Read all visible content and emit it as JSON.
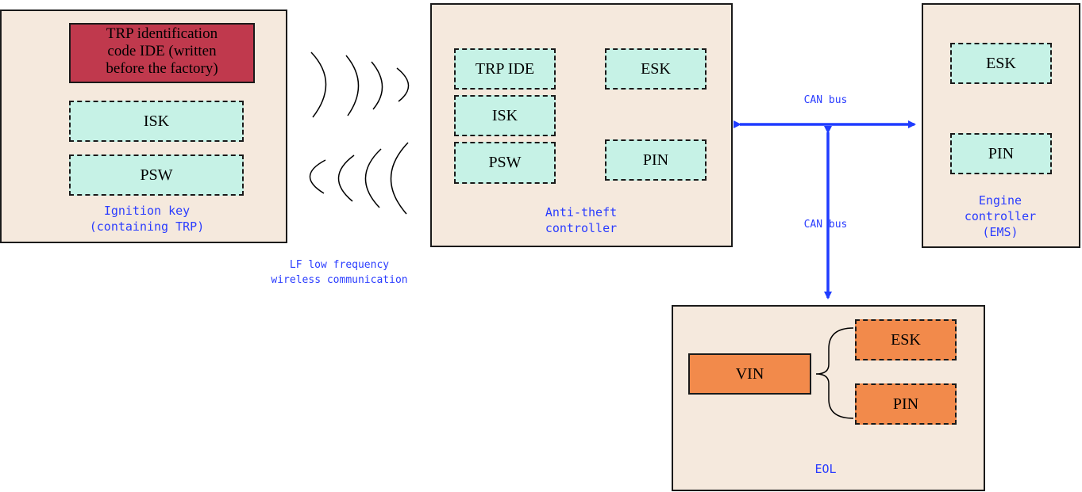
{
  "ignition_key": {
    "trp_ide": "TRP identification\ncode IDE (written\nbefore the factory)",
    "isk": "ISK",
    "psw": "PSW",
    "label": "Ignition key\n(containing TRP)"
  },
  "wireless_label": "LF low frequency\nwireless communication",
  "anti_theft": {
    "trp_ide": "TRP IDE",
    "isk": "ISK",
    "psw": "PSW",
    "esk": "ESK",
    "pin": "PIN",
    "label": "Anti-theft\ncontroller"
  },
  "can_bus_top": "CAN bus",
  "can_bus_vertical": "CAN bus",
  "engine": {
    "esk": "ESK",
    "pin": "PIN",
    "label": "Engine\ncontroller\n(EMS)"
  },
  "eol": {
    "vin": "VIN",
    "esk": "ESK",
    "pin": "PIN",
    "label": "EOL"
  },
  "colors": {
    "panel": "#f5e9dd",
    "dashed_box": "#c6f2e6",
    "trp_box": "#c0394d",
    "eol_box": "#f28a4b",
    "arrow": "#1f3cff",
    "label_text": "#2a3cff"
  }
}
